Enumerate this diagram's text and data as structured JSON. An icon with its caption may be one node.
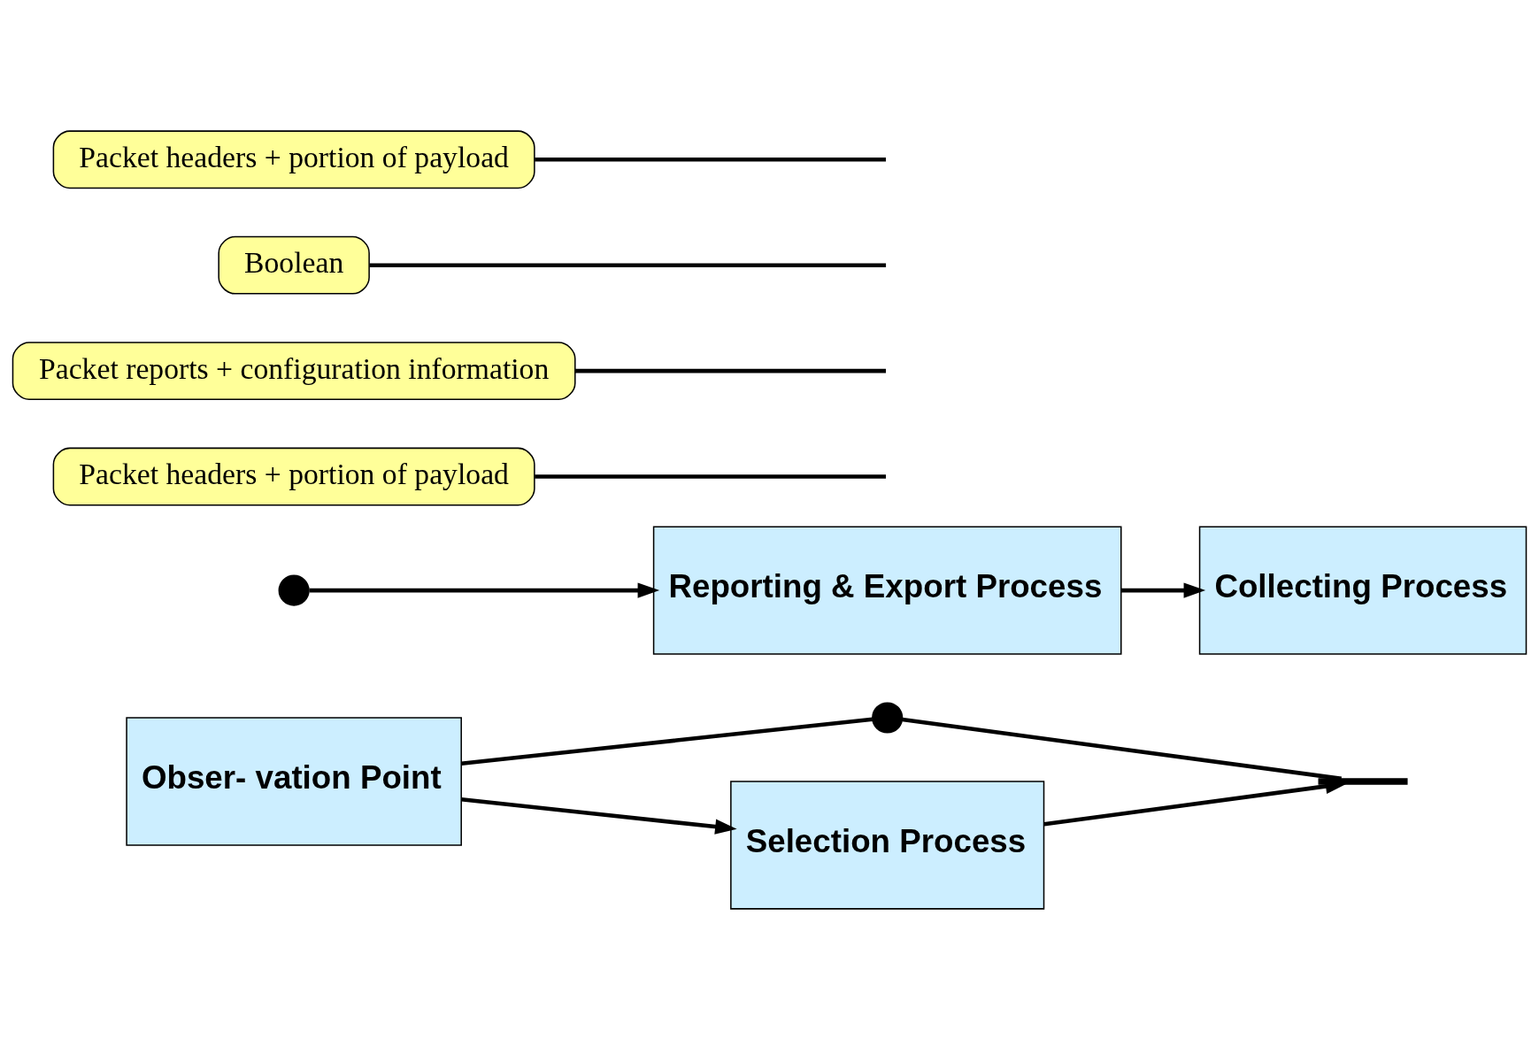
{
  "diagram": {
    "nodes": [
      {
        "text": [
          "Obser- vation Point"
        ]
      },
      {
        "text": [],
        "shape": "circle"
      },
      {
        "text": [],
        "shape": "bar"
      },
      {
        "text": [],
        "shape": "circle"
      },
      {
        "text": [
          "Reporting & Export Process"
        ]
      },
      {
        "text": [
          "Collecting Process"
        ]
      },
      {
        "text": [
          "Selection Process"
        ]
      },
      {
        "text": [
          "Packet headers + portion of payload"
        ]
      },
      {
        "text": [
          "Packet reports + configuration information"
        ]
      },
      {
        "text": [
          "Boolean"
        ]
      },
      {
        "text": [
          "Packet headers + portion of payload"
        ]
      }
    ],
    "edges": [
      {
        "from": 0,
        "to": 1,
        "arrow": "none"
      },
      {
        "from": 1,
        "to": 2,
        "arrow": "none"
      },
      {
        "from": 3,
        "to": 4,
        "arrow": "to"
      },
      {
        "from": 4,
        "to": 5,
        "arrow": "to"
      },
      {
        "from": 0,
        "to": 6,
        "arrow": "to"
      },
      {
        "from": 6,
        "to": 2,
        "arrow": "to"
      },
      {
        "from": 7,
        "to": null,
        "arrow": "none"
      },
      {
        "from": 8,
        "to": null,
        "arrow": "none"
      },
      {
        "from": 9,
        "to": null,
        "arrow": "none"
      },
      {
        "from": 10,
        "to": null,
        "arrow": "none"
      }
    ]
  }
}
